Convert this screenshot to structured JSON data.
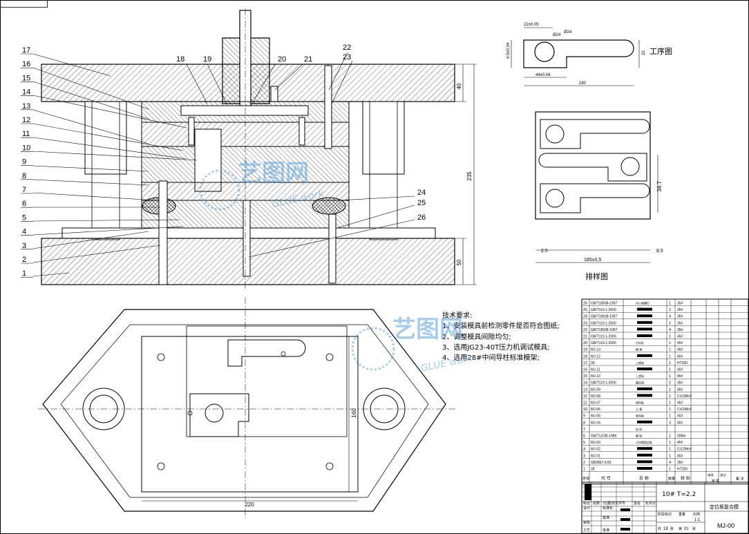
{
  "section_views": {
    "part_labels": [
      "1",
      "2",
      "3",
      "4",
      "5",
      "6",
      "7",
      "8",
      "9",
      "10",
      "11",
      "12",
      "13",
      "14",
      "15",
      "16",
      "17",
      "18",
      "19",
      "20",
      "21",
      "22",
      "23",
      "24",
      "25",
      "26"
    ],
    "dim_height_top": "40",
    "dim_height_total": "235",
    "dim_height_bottom": "50",
    "plan_dim_width": "220",
    "plan_dim_height": "160"
  },
  "process_sketch": {
    "title": "工序图",
    "dim_top": "22±0.05",
    "dim_hole": "Ø24",
    "dim_hole2": "Ø24",
    "dim_width": "180",
    "dim_offset": "44±0.04",
    "dim_height": "22",
    "dim_left": "4.5±0.04"
  },
  "layout_sketch": {
    "title": "排样图",
    "dim_pitch": "34.7",
    "dim_margin_left": "2.5",
    "dim_margin_right": "8.5",
    "dim_total": "185±0.5"
  },
  "tech_requirements": {
    "heading": "技术要求:",
    "items": [
      "1、安装模具前检测零件是否符合图纸;",
      "2、调整模具间隙均匀;",
      "3、选用JG23-40T压力机调试模具;",
      "4、选用28#中间导柱标准模架;"
    ]
  },
  "watermark": {
    "brand": "艺图网",
    "sub": "GLUE work"
  },
  "parts_list": {
    "rows": [
      {
        "no": "26",
        "code": "GB/T18938-1997",
        "name": "内六角螺钉",
        "qty": "1",
        "mat": "35#"
      },
      {
        "no": "25",
        "code": "GB/T119.1-2000",
        "name": "",
        "qty": "2",
        "mat": "35#"
      },
      {
        "no": "24",
        "code": "GB/T18938-1997",
        "name": "",
        "qty": "4",
        "mat": "35#"
      },
      {
        "no": "23",
        "code": "GB/T119.1-2000",
        "name": "",
        "qty": "2",
        "mat": "35#"
      },
      {
        "no": "22",
        "code": "GB/T18938-1997",
        "name": "",
        "qty": "4",
        "mat": "35#"
      },
      {
        "no": "21",
        "code": "GB/T119.1-2000",
        "name": "",
        "qty": "1",
        "mat": "45#"
      },
      {
        "no": "20",
        "code": "GB/T119.1-2000",
        "name": "打料杆",
        "qty": "1",
        "mat": "45#"
      },
      {
        "no": "19",
        "code": "MJ-13",
        "name": "模 柄",
        "qty": "1",
        "mat": "45#"
      },
      {
        "no": "18",
        "code": "MJ-12",
        "name": "",
        "qty": "1",
        "mat": "45#"
      },
      {
        "no": "17",
        "code": "28",
        "name": "上模座",
        "qty": "1",
        "mat": "HT200"
      },
      {
        "no": "16",
        "code": "MJ-11",
        "name": "",
        "qty": "1",
        "mat": "45#"
      },
      {
        "no": "15",
        "code": "MJ-10",
        "name": "上垫板",
        "qty": "1",
        "mat": "45#"
      },
      {
        "no": "14",
        "code": "GB/T119.1-2000",
        "name": "圆柱销",
        "qty": "2",
        "mat": "35#"
      },
      {
        "no": "13",
        "code": "MJ-09",
        "name": "",
        "qty": "1",
        "mat": "45#"
      },
      {
        "no": "12",
        "code": "MJ-08",
        "name": "",
        "qty": "1",
        "mat": "Cr12MoV"
      },
      {
        "no": "11",
        "code": "MJ-07",
        "name": "卸料板",
        "qty": "1",
        "mat": "45#"
      },
      {
        "no": "10",
        "code": "MJ-06",
        "name": "凸 模",
        "qty": "1",
        "mat": "Cr12MoV"
      },
      {
        "no": "9",
        "code": "MJ-05",
        "name": "卸料板",
        "qty": "1",
        "mat": "45#"
      },
      {
        "no": "8",
        "code": "MJ-04",
        "name": "",
        "qty": "3",
        "mat": "45#"
      },
      {
        "no": "7",
        "code": "",
        "name": "挡 料",
        "qty": "",
        "mat": ""
      },
      {
        "no": "6",
        "code": "GB/T12/JB-1989",
        "name": "橡 胶",
        "qty": "1",
        "mat": "65Mn"
      },
      {
        "no": "5",
        "code": "MJ-03",
        "name": "凸凹模固定板",
        "qty": "1",
        "mat": "45#"
      },
      {
        "no": "4",
        "code": "MJ-02",
        "name": "",
        "qty": "1",
        "mat": "Cr12MoV"
      },
      {
        "no": "3",
        "code": "MJ-01",
        "name": "",
        "qty": "1",
        "mat": "45#"
      },
      {
        "no": "2",
        "code": "GB2867.5-81",
        "name": "",
        "qty": "4",
        "mat": "35#"
      },
      {
        "no": "1",
        "code": "28",
        "name": "",
        "qty": "1",
        "mat": "HT200"
      }
    ],
    "header": {
      "no": "序号",
      "code": "代 号",
      "name": "名 称",
      "qty": "数量",
      "mat": "材 料",
      "w1": "单件",
      "w2": "总计",
      "weight": "重 量",
      "remark": "备 注"
    }
  },
  "title_block": {
    "material_label": "10#  T=2.2",
    "drawing_name": "定位板复合模",
    "drawing_code": "MJ-00",
    "scale": "1:1",
    "sheet_total": "18",
    "sheet_no": "01",
    "labels": {
      "design": "设计",
      "standard": "标准化",
      "check": "审核",
      "process": "工艺",
      "approve": "批准",
      "stage": "阶段标记",
      "weight": "重量",
      "scale": "比例",
      "sheets": "共",
      "sheet": "第",
      "zhang": "张"
    },
    "rev_labels": [
      "标记",
      "处数",
      "分区",
      "更改文件号",
      "签名",
      "年月日"
    ]
  }
}
